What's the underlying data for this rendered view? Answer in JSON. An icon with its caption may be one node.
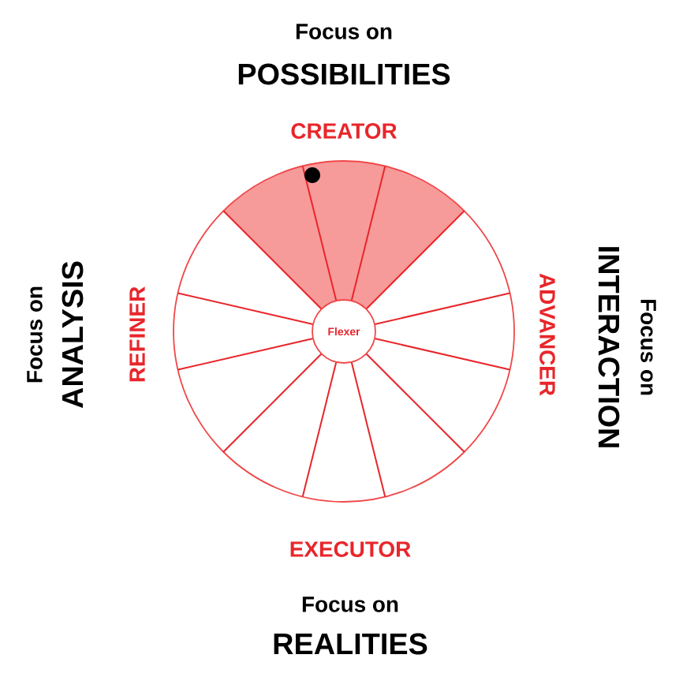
{
  "diagram": {
    "nodes": [
      {
        "text": [
          "Flexer"
        ]
      }
    ],
    "labels": [
      "Focus on",
      "POSSIBILITIES",
      "CREATOR",
      "Focus on",
      "ANALYSIS",
      "REFINER",
      "ADVANCER",
      "INTERACTION",
      "Focus on",
      "EXECUTOR",
      "Focus on",
      "REALITIES"
    ]
  }
}
